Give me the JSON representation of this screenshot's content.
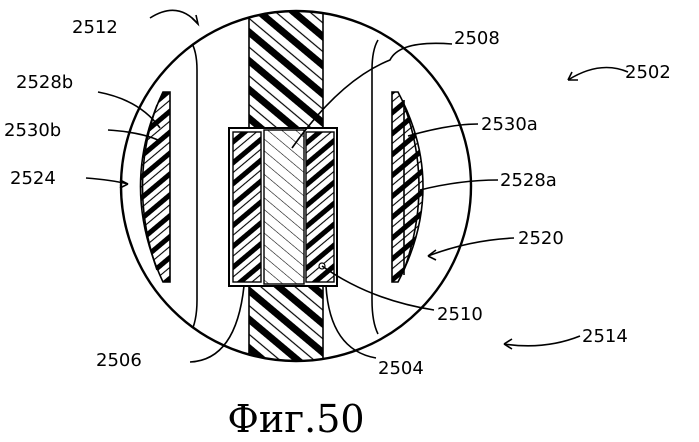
{
  "figure": {
    "caption": "Фиг.50",
    "labels": {
      "l2512": "2512",
      "l2508": "2508",
      "l2502": "2502",
      "l2528b": "2528b",
      "l2530b": "2530b",
      "l2530a": "2530a",
      "l2524": "2524",
      "l2528a": "2528a",
      "l2520": "2520",
      "l2510": "2510",
      "l2514": "2514",
      "l2506": "2506",
      "l2504": "2504"
    }
  }
}
